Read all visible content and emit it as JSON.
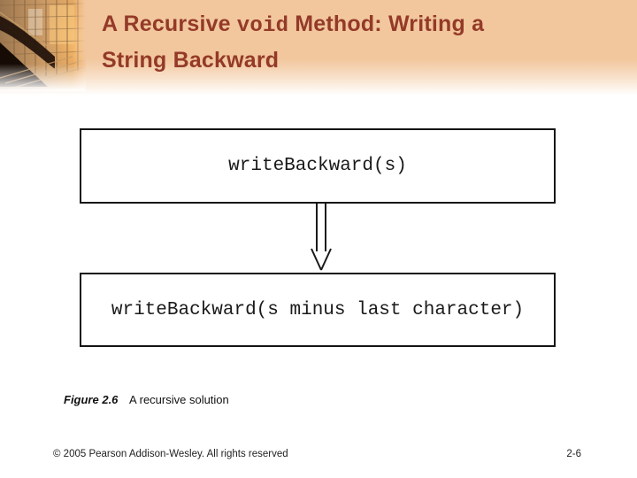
{
  "slide": {
    "title": {
      "prefix": "A Recursive",
      "code": "void",
      "suffix": "Method: Writing a",
      "line2": "String Backward"
    },
    "diagram": {
      "box1_label": "writeBackward(s)",
      "box2_label": "writeBackward(s minus last character)"
    },
    "caption": {
      "figure_label": "Figure 2.6",
      "text": "A recursive solution"
    },
    "footer": {
      "copyright": "© 2005 Pearson Addison-Wesley. All rights reserved",
      "page_number": "2-6"
    },
    "colors": {
      "header_background": "#f2c79e",
      "title_text": "#943a28",
      "box_border": "#151515",
      "photo_glow": "#f0a14e"
    }
  }
}
